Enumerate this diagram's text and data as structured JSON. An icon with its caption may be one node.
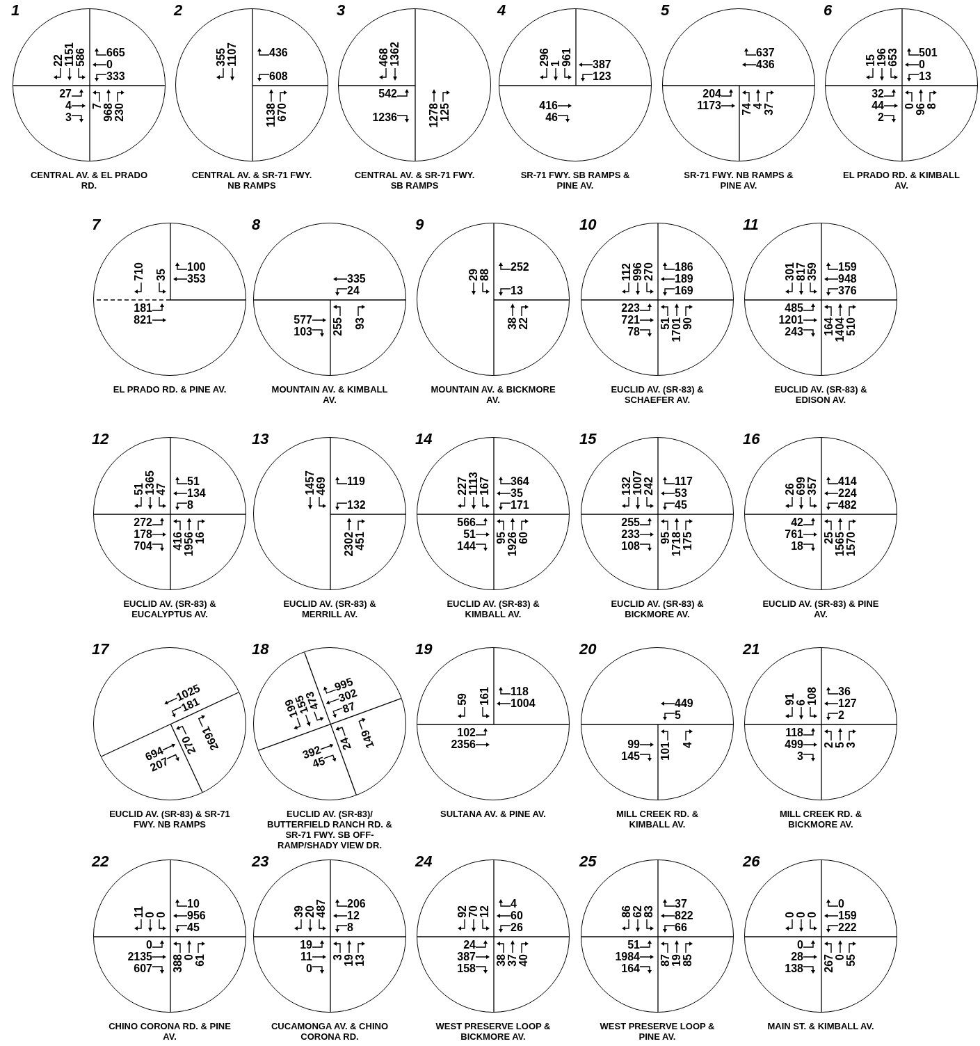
{
  "diagram": {
    "nodes": [
      {
        "text": [
          "1",
          "CENTRAL AV. & EL PRADO RD.",
          "22",
          "1151",
          "586",
          "665",
          "0",
          "333",
          "7",
          "968",
          "230",
          "27",
          "4",
          "3"
        ]
      },
      {
        "text": [
          "2",
          "CENTRAL AV. & SR-71 FWY. NB RAMPS",
          "355",
          "1107",
          "436",
          "608",
          "1138",
          "670"
        ]
      },
      {
        "text": [
          "3",
          "CENTRAL AV. & SR-71 FWY. SB RAMPS",
          "468",
          "1362",
          "1278",
          "125",
          "542",
          "1236"
        ]
      },
      {
        "text": [
          "4",
          "SR-71 FWY. SB RAMPS & PINE AV.",
          "296",
          "1",
          "961",
          "387",
          "123",
          "416",
          "46"
        ]
      },
      {
        "text": [
          "5",
          "SR-71 FWY. NB RAMPS & PINE AV.",
          "637",
          "436",
          "74",
          "4",
          "37",
          "204",
          "1173"
        ]
      },
      {
        "text": [
          "6",
          "EL PRADO RD. & KIMBALL AV.",
          "15",
          "196",
          "653",
          "501",
          "0",
          "13",
          "0",
          "96",
          "8",
          "32",
          "44",
          "2"
        ]
      },
      {
        "text": [
          "7",
          "EL PRADO RD. & PINE AV.",
          "710",
          "35",
          "100",
          "353",
          "181",
          "821"
        ]
      },
      {
        "text": [
          "8",
          "MOUNTAIN AV. & KIMBALL AV.",
          "335",
          "24",
          "255",
          "93",
          "577",
          "103"
        ]
      },
      {
        "text": [
          "9",
          "MOUNTAIN AV. & BICKMORE AV.",
          "29",
          "88",
          "252",
          "13",
          "38",
          "22"
        ]
      },
      {
        "text": [
          "10",
          "EUCLID AV. (SR-83) & SCHAEFER AV.",
          "112",
          "996",
          "270",
          "186",
          "189",
          "169",
          "51",
          "1701",
          "90",
          "223",
          "721",
          "78"
        ]
      },
      {
        "text": [
          "11",
          "EUCLID AV. (SR-83) & EDISON AV.",
          "301",
          "817",
          "359",
          "159",
          "948",
          "376",
          "164",
          "1404",
          "510",
          "485",
          "1201",
          "243"
        ]
      },
      {
        "text": [
          "12",
          "EUCLID AV. (SR-83) & EUCALYPTUS AV.",
          "51",
          "1365",
          "47",
          "51",
          "134",
          "8",
          "416",
          "1956",
          "16",
          "272",
          "178",
          "704"
        ]
      },
      {
        "text": [
          "13",
          "EUCLID AV. (SR-83) & MERRILL AV.",
          "1457",
          "469",
          "119",
          "132",
          "2302",
          "451"
        ]
      },
      {
        "text": [
          "14",
          "EUCLID AV. (SR-83) & KIMBALL AV.",
          "227",
          "1113",
          "167",
          "364",
          "35",
          "171",
          "95",
          "1926",
          "60",
          "566",
          "51",
          "144"
        ]
      },
      {
        "text": [
          "15",
          "EUCLID AV. (SR-83) & BICKMORE AV.",
          "132",
          "1007",
          "242",
          "117",
          "53",
          "45",
          "95",
          "1718",
          "175",
          "255",
          "233",
          "108"
        ]
      },
      {
        "text": [
          "16",
          "EUCLID AV. (SR-83) & PINE AV.",
          "26",
          "699",
          "357",
          "414",
          "224",
          "482",
          "25",
          "1565",
          "1570",
          "42",
          "761",
          "18"
        ]
      },
      {
        "text": [
          "17",
          "EUCLID AV. (SR-83) & SR-71 FWY. NB RAMPS",
          "1025",
          "181",
          "270",
          "2691",
          "694",
          "207"
        ]
      },
      {
        "text": [
          "18",
          "EUCLID AV. (SR-83)/ BUTTERFIELD RANCH RD. & SR-71 FWY. SB OFF-RAMP/SHADY VIEW DR.",
          "199",
          "155",
          "473",
          "995",
          "302",
          "87",
          "24",
          "149",
          "392",
          "45"
        ]
      },
      {
        "text": [
          "19",
          "SULTANA AV. & PINE AV.",
          "59",
          "161",
          "118",
          "1004",
          "102",
          "2356"
        ]
      },
      {
        "text": [
          "20",
          "MILL CREEK RD. & KIMBALL AV.",
          "449",
          "5",
          "101",
          "4",
          "99",
          "145"
        ]
      },
      {
        "text": [
          "21",
          "MILL CREEK RD. & BICKMORE AV.",
          "91",
          "6",
          "108",
          "36",
          "127",
          "2",
          "2",
          "5",
          "3",
          "118",
          "499",
          "3"
        ]
      },
      {
        "text": [
          "22",
          "CHINO CORONA RD. & PINE AV.",
          "11",
          "0",
          "0",
          "10",
          "956",
          "45",
          "388",
          "0",
          "61",
          "0",
          "2135",
          "607"
        ]
      },
      {
        "text": [
          "23",
          "CUCAMONGA AV. & CHINO CORONA RD.",
          "39",
          "20",
          "487",
          "206",
          "12",
          "8",
          "3",
          "19",
          "13",
          "19",
          "11",
          "0"
        ]
      },
      {
        "text": [
          "24",
          "WEST PRESERVE LOOP & BICKMORE AV.",
          "92",
          "70",
          "12",
          "4",
          "60",
          "26",
          "38",
          "37",
          "40",
          "24",
          "387",
          "158"
        ]
      },
      {
        "text": [
          "25",
          "WEST PRESERVE LOOP & PINE AV.",
          "86",
          "62",
          "83",
          "37",
          "822",
          "66",
          "87",
          "19",
          "85",
          "51",
          "1984",
          "164"
        ]
      },
      {
        "text": [
          "26",
          "MAIN ST. & KIMBALL AV.",
          "0",
          "0",
          "0",
          "0",
          "159",
          "222",
          "267",
          "0",
          "55",
          "0",
          "28",
          "138"
        ]
      }
    ]
  }
}
